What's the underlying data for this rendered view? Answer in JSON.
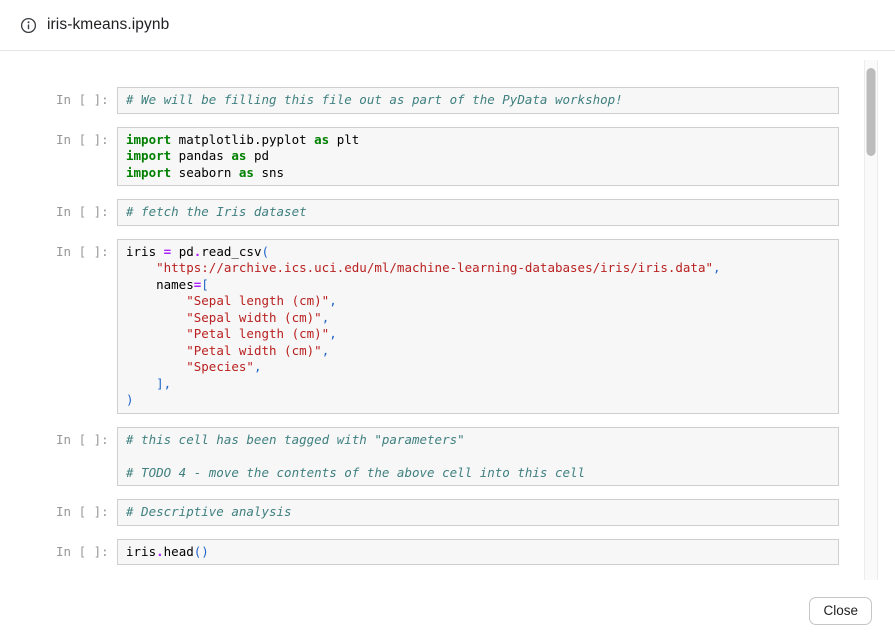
{
  "header": {
    "title": "iris-kmeans.ipynb"
  },
  "footer": {
    "close_label": "Close"
  },
  "syntax_colors": {
    "keyword": "#008000",
    "comment": "#408080",
    "string": "#BA2121",
    "operator": "#AA22FF",
    "bracket": "#2166c9",
    "cell_background": "#f7f7f7",
    "cell_border": "#cfcfcf"
  },
  "notebook": {
    "prompt": "In [ ]:",
    "cells": [
      {
        "lines": [
          [
            {
              "c": "com",
              "t": "# We will be filling this file out as part of the PyData workshop!"
            }
          ]
        ]
      },
      {
        "lines": [
          [
            {
              "c": "kw",
              "t": "import"
            },
            {
              "c": "txt",
              "t": " matplotlib.pyplot "
            },
            {
              "c": "kw",
              "t": "as"
            },
            {
              "c": "txt",
              "t": " plt"
            }
          ],
          [
            {
              "c": "kw",
              "t": "import"
            },
            {
              "c": "txt",
              "t": " pandas "
            },
            {
              "c": "kw",
              "t": "as"
            },
            {
              "c": "txt",
              "t": " pd"
            }
          ],
          [
            {
              "c": "kw",
              "t": "import"
            },
            {
              "c": "txt",
              "t": " seaborn "
            },
            {
              "c": "kw",
              "t": "as"
            },
            {
              "c": "txt",
              "t": " sns"
            }
          ]
        ]
      },
      {
        "lines": [
          [
            {
              "c": "com",
              "t": "# fetch the Iris dataset"
            }
          ]
        ]
      },
      {
        "lines": [
          [
            {
              "c": "txt",
              "t": "iris "
            },
            {
              "c": "op",
              "t": "="
            },
            {
              "c": "txt",
              "t": " pd"
            },
            {
              "c": "op",
              "t": "."
            },
            {
              "c": "txt",
              "t": "read_csv"
            },
            {
              "c": "punc",
              "t": "("
            }
          ],
          [
            {
              "c": "txt",
              "t": "    "
            },
            {
              "c": "str",
              "t": "\"https://archive.ics.uci.edu/ml/machine-learning-databases/iris/iris.data\""
            },
            {
              "c": "punc",
              "t": ","
            }
          ],
          [
            {
              "c": "txt",
              "t": "    names"
            },
            {
              "c": "op",
              "t": "="
            },
            {
              "c": "punc",
              "t": "["
            }
          ],
          [
            {
              "c": "txt",
              "t": "        "
            },
            {
              "c": "str",
              "t": "\"Sepal length (cm)\""
            },
            {
              "c": "punc",
              "t": ","
            }
          ],
          [
            {
              "c": "txt",
              "t": "        "
            },
            {
              "c": "str",
              "t": "\"Sepal width (cm)\""
            },
            {
              "c": "punc",
              "t": ","
            }
          ],
          [
            {
              "c": "txt",
              "t": "        "
            },
            {
              "c": "str",
              "t": "\"Petal length (cm)\""
            },
            {
              "c": "punc",
              "t": ","
            }
          ],
          [
            {
              "c": "txt",
              "t": "        "
            },
            {
              "c": "str",
              "t": "\"Petal width (cm)\""
            },
            {
              "c": "punc",
              "t": ","
            }
          ],
          [
            {
              "c": "txt",
              "t": "        "
            },
            {
              "c": "str",
              "t": "\"Species\""
            },
            {
              "c": "punc",
              "t": ","
            }
          ],
          [
            {
              "c": "txt",
              "t": "    "
            },
            {
              "c": "punc",
              "t": "],"
            }
          ],
          [
            {
              "c": "punc",
              "t": ")"
            }
          ]
        ]
      },
      {
        "lines": [
          [
            {
              "c": "com",
              "t": "# this cell has been tagged with \"parameters\""
            }
          ],
          [],
          [
            {
              "c": "com",
              "t": "# TODO 4 - move the contents of the above cell into this cell"
            }
          ]
        ]
      },
      {
        "lines": [
          [
            {
              "c": "com",
              "t": "# Descriptive analysis"
            }
          ]
        ]
      },
      {
        "lines": [
          [
            {
              "c": "txt",
              "t": "iris"
            },
            {
              "c": "op",
              "t": "."
            },
            {
              "c": "txt",
              "t": "head"
            },
            {
              "c": "punc",
              "t": "()"
            }
          ]
        ]
      }
    ]
  }
}
